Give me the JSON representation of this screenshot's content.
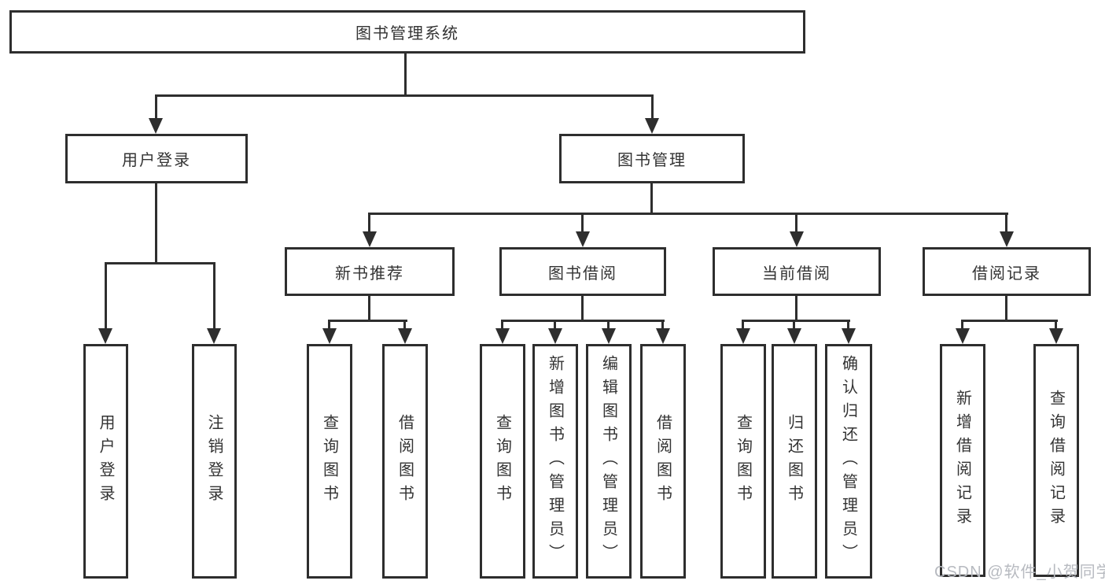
{
  "colors": {
    "line": "#2e2e2e",
    "text": "#333333",
    "watermark": "#b7bac0",
    "background": "#ffffff"
  },
  "watermark": "CSDN @软件_小贺同学",
  "tree": {
    "root": "图书管理系统",
    "userLogin": {
      "label": "用户登录",
      "children": [
        "用户登录",
        "注销登录"
      ]
    },
    "bookMgmt": {
      "label": "图书管理"
    },
    "newBook": {
      "label": "新书推荐",
      "children": [
        "查询图书",
        "借阅图书"
      ]
    },
    "bookBorrow": {
      "label": "图书借阅",
      "children": [
        "查询图书",
        "新增图书（管理员）",
        "编辑图书（管理员）",
        "借阅图书"
      ]
    },
    "currentBorrow": {
      "label": "当前借阅",
      "children": [
        "查询图书",
        "归还图书",
        "确认归还（管理员）"
      ]
    },
    "borrowRecords": {
      "label": "借阅记录",
      "children": [
        "新增借阅记录",
        "查询借阅记录"
      ]
    }
  }
}
